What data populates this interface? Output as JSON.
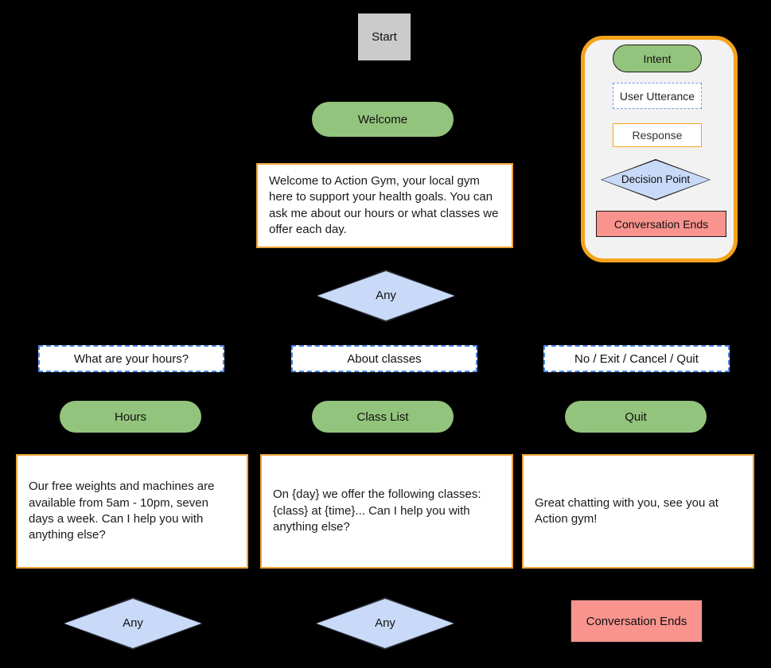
{
  "colors": {
    "background": "#000000",
    "intent_green": "#93c47d",
    "decision_blue": "#c9daf8",
    "end_pink": "#f8938e",
    "response_border_orange": "#f0a136",
    "utterance_border_blue": "#4a86e8",
    "legend_border_orange": "#f5a31d",
    "start_gray": "#cbcbcb"
  },
  "flow": {
    "start": {
      "label": "Start"
    },
    "welcome": {
      "label": "Welcome"
    },
    "welcome_response": {
      "text": "Welcome to Action Gym, your local gym here to support your health goals. You can ask me about our hours or what classes we offer each day."
    },
    "root_decision": {
      "label": "Any"
    },
    "utterances": [
      {
        "label": "What are your hours?"
      },
      {
        "label": "About classes"
      },
      {
        "label": "No / Exit / Cancel / Quit"
      }
    ],
    "intents": [
      {
        "label": "Hours"
      },
      {
        "label": "Class List"
      },
      {
        "label": "Quit"
      }
    ],
    "responses": [
      {
        "text": "Our free weights and machines are available from 5am - 10pm, seven days a week. Can I help you with anything else?"
      },
      {
        "text": "On {day} we offer the following classes: {class} at {time}... Can I help you with anything else?"
      },
      {
        "text": "Great chatting with you, see you at Action gym!"
      }
    ],
    "bottom_decisions": [
      {
        "label": "Any"
      },
      {
        "label": "Any"
      }
    ],
    "end": {
      "label": "Conversation Ends"
    }
  },
  "legend": {
    "items": [
      {
        "type": "intent",
        "label": "Intent"
      },
      {
        "type": "user_utterance",
        "label": "User Utterance"
      },
      {
        "type": "response",
        "label": "Response"
      },
      {
        "type": "decision",
        "label": "Decision Point"
      },
      {
        "type": "end",
        "label": "Conversation Ends"
      }
    ]
  }
}
